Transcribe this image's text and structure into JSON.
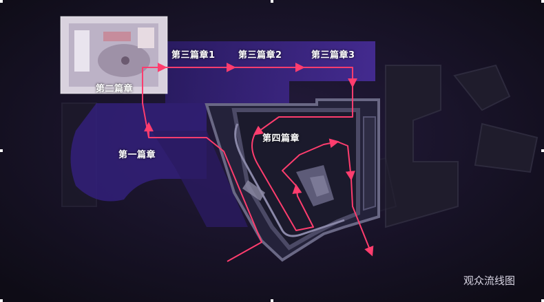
{
  "labels": {
    "chapter1": "第一篇章",
    "chapter2": "第二篇章",
    "chapter3_1": "第三篇章1",
    "chapter3_2": "第三篇章2",
    "chapter3_3": "第三篇章3",
    "chapter4": "第四篇章"
  },
  "caption": "观众流线图",
  "colors": {
    "background": "#15121f",
    "corridor": "#3a2580",
    "route": "#ff3d6e",
    "walls": "#6a6885"
  }
}
